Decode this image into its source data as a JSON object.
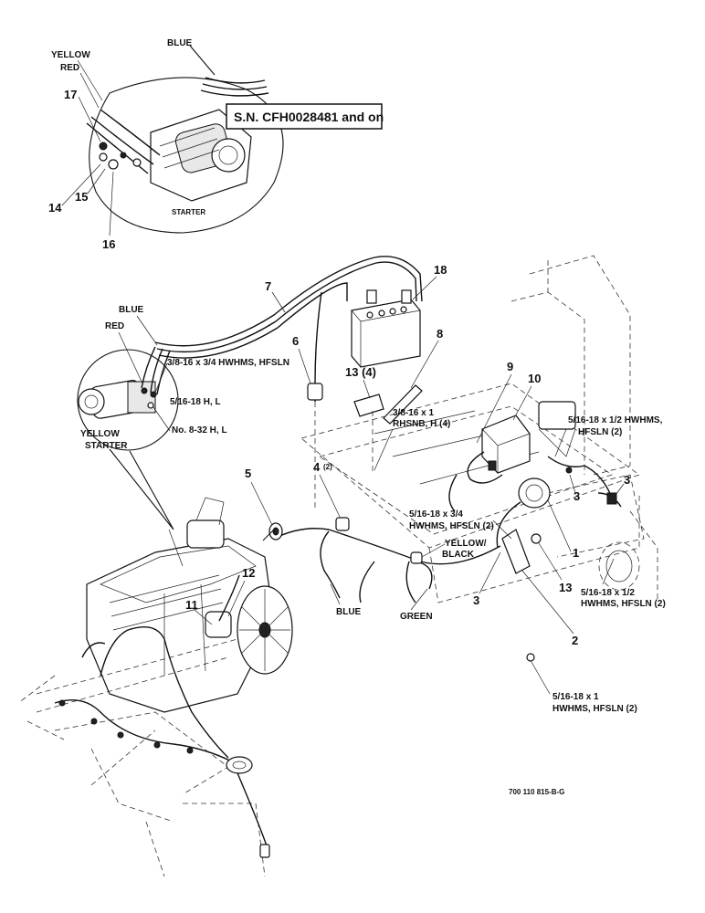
{
  "detail_top": {
    "serial_label": "S.N. CFH0028481 and on",
    "wire_labels": [
      "BLUE",
      "YELLOW",
      "RED"
    ],
    "starter_label": "STARTER",
    "callouts": [
      "17",
      "14",
      "15",
      "16"
    ]
  },
  "detail_left": {
    "wire_labels": [
      "BLUE",
      "RED",
      "YELLOW"
    ],
    "starter_label": "STARTER",
    "hardware": [
      "3/8-16 x 3/4 HWHMS, HFSLN",
      "5/16-18 H, L",
      "No. 8-32 H, L"
    ]
  },
  "callouts": [
    "7",
    "18",
    "6",
    "8",
    "13 (4)",
    "9",
    "10",
    "5",
    "4",
    "(2)",
    "12",
    "11",
    "3",
    "3",
    "3",
    "1",
    "13",
    "2"
  ],
  "wire_labels": [
    "YELLOW/",
    "BLACK",
    "BLUE",
    "GREEN"
  ],
  "hardware": [
    "3/8-16 x 1",
    "RHSNB, H (4)",
    "5/16-18 x 1/2 HWHMS,",
    "HFSLN (2)",
    "5/16-18 x 3/4",
    "HWHMS, HFSLN (2)",
    "5/16-18 x 1/2",
    "HWHMS, HFSLN (2)",
    "5/16-18 x 1",
    "HWHMS, HFSLN (2)"
  ],
  "drawing_number": "700 110 815-B-G"
}
